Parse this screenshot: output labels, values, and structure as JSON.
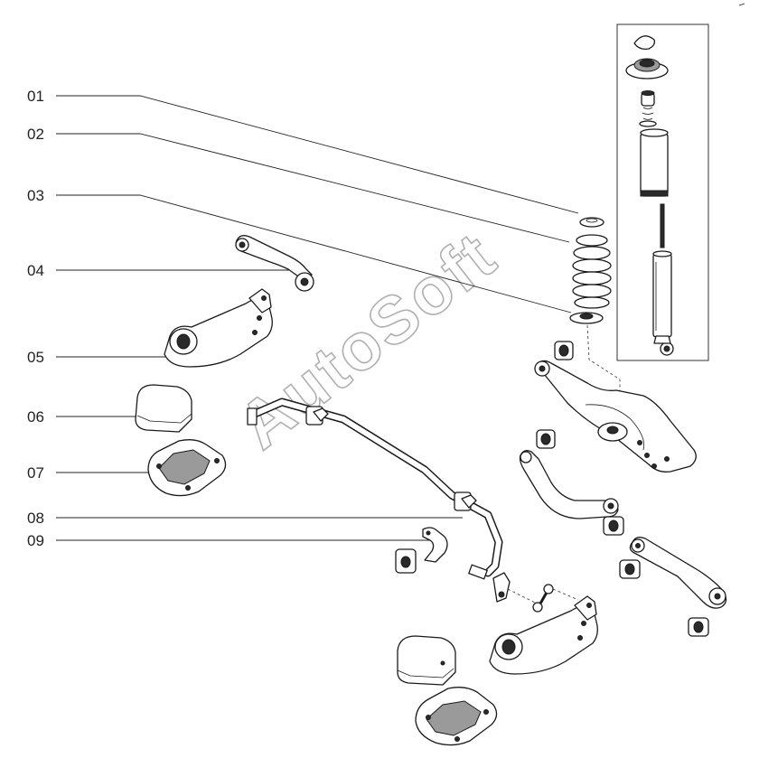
{
  "callouts": [
    {
      "id": "01",
      "label": "01"
    },
    {
      "id": "02",
      "label": "02"
    },
    {
      "id": "03",
      "label": "03"
    },
    {
      "id": "04",
      "label": "04"
    },
    {
      "id": "05",
      "label": "05"
    },
    {
      "id": "06",
      "label": "06"
    },
    {
      "id": "07",
      "label": "07"
    },
    {
      "id": "08",
      "label": "08"
    },
    {
      "id": "09",
      "label": "09"
    }
  ],
  "watermark": "AutoSoft"
}
